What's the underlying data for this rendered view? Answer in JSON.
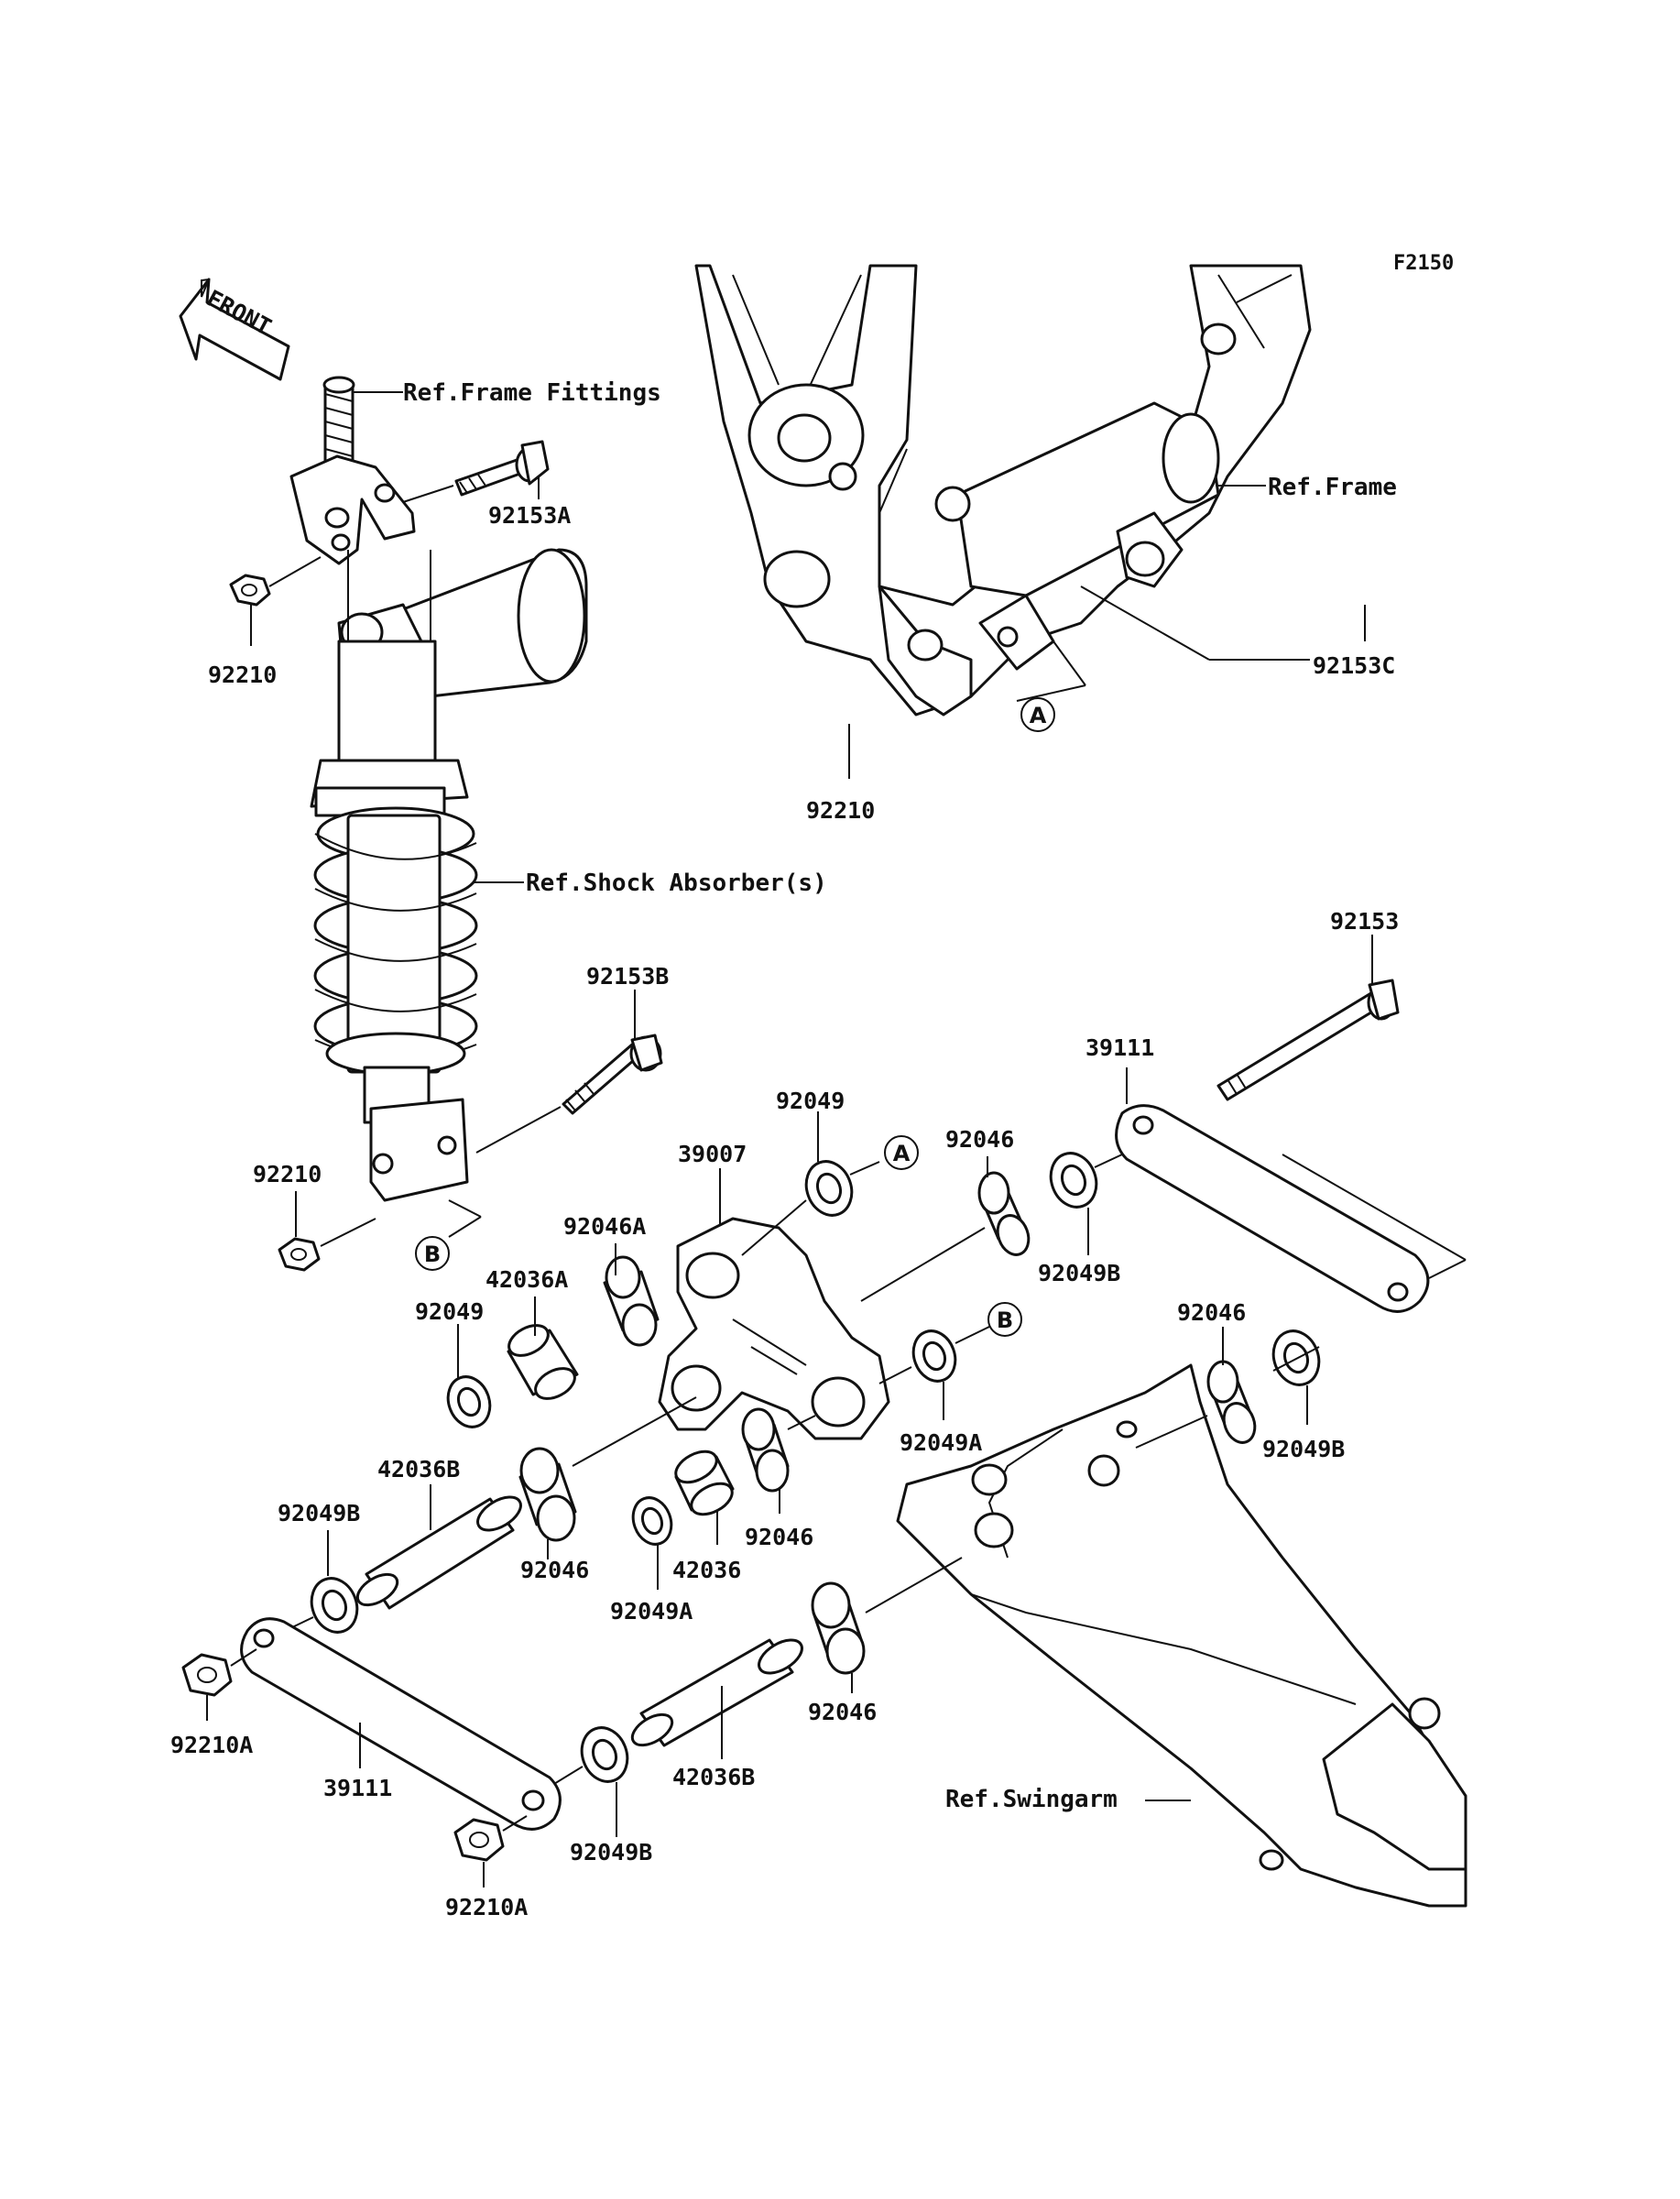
{
  "figure_code": "F2150",
  "front_label": "FRONT",
  "refs": {
    "frame_fittings": "Ref.Frame Fittings",
    "frame": "Ref.Frame",
    "shock_absorber": "Ref.Shock Absorber(s)",
    "swingarm": "Ref.Swingarm"
  },
  "markers": {
    "a": "A",
    "b": "B"
  },
  "parts": {
    "p_92153A": "92153A",
    "p_92210_top": "92210",
    "p_92153C": "92153C",
    "p_92210_frame": "92210",
    "p_92153": "92153",
    "p_92153B": "92153B",
    "p_39111_right": "39111",
    "p_92049_top": "92049",
    "p_92046_top": "92046",
    "p_39007": "39007",
    "p_92210_shock": "92210",
    "p_92046A": "92046A",
    "p_92049B_right": "92049B",
    "p_42036A": "42036A",
    "p_92049_left": "92049",
    "p_92046_right": "92046",
    "p_92049A_right": "92049A",
    "p_92049B_far": "92049B",
    "p_42036B_left": "42036B",
    "p_92049B_left": "92049B",
    "p_92046_mid1": "92046",
    "p_92046_mid2": "92046",
    "p_42036": "42036",
    "p_92049A_mid": "92049A",
    "p_92046_low": "92046",
    "p_92210A_left": "92210A",
    "p_39111_left": "39111",
    "p_42036B_low": "42036B",
    "p_92049B_low": "92049B",
    "p_92210A_low": "92210A"
  }
}
